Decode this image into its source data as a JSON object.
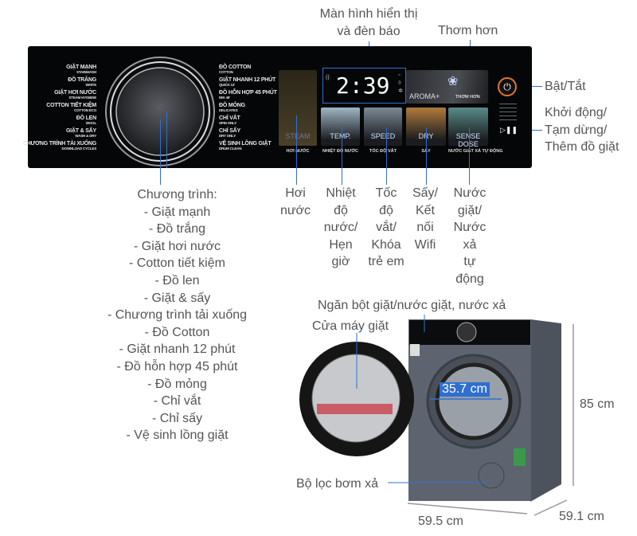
{
  "panel": {
    "left_programs": [
      {
        "vi": "GIẶT MẠNH",
        "en": "STAINWASH"
      },
      {
        "vi": "ĐỒ TRẮNG",
        "en": "WHITE"
      },
      {
        "vi": "GIẶT HƠI NƯỚC",
        "en": "STEAM HYGIENE"
      },
      {
        "vi": "COTTON TIẾT KIỆM",
        "en": "COTTON ECO"
      },
      {
        "vi": "ĐỒ LEN",
        "en": "WOOL"
      },
      {
        "vi": "GIẶT & SẤY",
        "en": "WASH & DRY"
      },
      {
        "vi": "CHƯƠNG TRÌNH TẢI XUỐNG",
        "en": "DOWNLOAD CYCLES"
      }
    ],
    "right_programs": [
      {
        "vi": "ĐỒ COTTON",
        "en": "COTTON"
      },
      {
        "vi": "GIẶT NHANH 12 PHÚT",
        "en": "QUICK 12'"
      },
      {
        "vi": "ĐỒ HỖN HỢP 45 PHÚT",
        "en": "MIX 45'"
      },
      {
        "vi": "ĐỒ MỎNG",
        "en": "DELICATES"
      },
      {
        "vi": "CHỈ VẮT",
        "en": "SPIN ONLY"
      },
      {
        "vi": "CHỈ SẤY",
        "en": "DRY ONLY"
      },
      {
        "vi": "VỆ SINH LỒNG GIẶT",
        "en": "DRUM CLEAN"
      }
    ],
    "display_time": "2:39",
    "aroma": {
      "name": "AROMA+",
      "sub": "THƠM HƠN"
    },
    "tiles": [
      {
        "name": "STEAM",
        "sub": "HƠI NƯỚC",
        "color": "#3a3424"
      },
      {
        "name": "TEMP.",
        "sub": "NHIỆT ĐỘ NƯỚC",
        "color": "#9fb6c4"
      },
      {
        "name": "SPEED",
        "sub": "TỐC ĐỘ VẮT",
        "color": "#7c8a94"
      },
      {
        "name": "DRY",
        "sub": "SẤY",
        "color": "#b07a3a"
      },
      {
        "name": "SENSE DOSE",
        "sub": "NƯỚC GIẶT XẢ TỰ ĐỘNG",
        "color": "#5a8a88"
      }
    ],
    "accent_color": "#2f6fd0",
    "power_ring_color": "#e0762a"
  },
  "callouts": {
    "display": [
      "Màn hình hiển thị",
      "và đèn báo"
    ],
    "aroma": "Thơm hơn",
    "power": "Bật/Tắt",
    "start": [
      "Khởi động/",
      "Tạm dừng/",
      "Thêm đồ giặt"
    ],
    "programs_title": "Chương trình:",
    "programs": [
      "- Giặt mạnh",
      "- Đồ trắng",
      "- Giặt hơi nước",
      "- Cotton tiết kiệm",
      "- Đồ len",
      "- Giặt & sấy",
      "- Chương trình tải xuống",
      "- Đồ Cotton",
      "- Giặt nhanh 12 phút",
      "- Đồ hỗn hợp 45 phút",
      "- Đồ mỏng",
      "- Chỉ vắt",
      "- Chỉ sấy",
      "- Vệ sinh lồng giặt"
    ],
    "steam": [
      "Hơi",
      "nước"
    ],
    "temp": [
      "Nhiệt",
      "độ",
      "nước/",
      "Hẹn",
      "giờ"
    ],
    "speed": [
      "Tốc",
      "độ",
      "vắt/",
      "Khóa",
      "trẻ em"
    ],
    "dry": [
      "Sấy/",
      "Kết",
      "nối",
      "Wifi"
    ],
    "dose": [
      "Nước",
      "giặt/",
      "Nước",
      "xả",
      "tự",
      "động"
    ]
  },
  "machine": {
    "drawer": "Ngăn bột giặt/nước giặt, nước xả",
    "door": "Cửa máy giặt",
    "filter": "Bộ lọc bơm xả",
    "drum_diameter": "35.7 cm",
    "height": "85 cm",
    "width": "59.5 cm",
    "depth": "59.1 cm",
    "body_color": "#5d6470"
  }
}
